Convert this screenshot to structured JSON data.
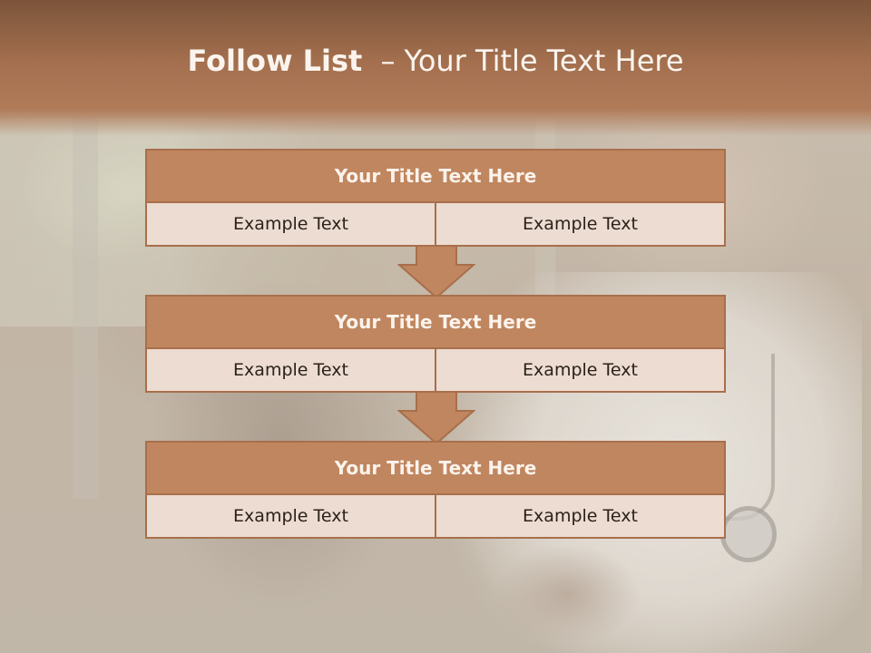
{
  "slide": {
    "title_bold": "Follow List",
    "title_separator": "–",
    "title_rest": "Your Title Text Here"
  },
  "blocks": [
    {
      "title": "Your Title Text Here",
      "left": "Example Text",
      "right": "Example Text"
    },
    {
      "title": "Your Title Text Here",
      "left": "Example Text",
      "right": "Example Text"
    },
    {
      "title": "Your Title Text Here",
      "left": "Example Text",
      "right": "Example Text"
    }
  ],
  "colors": {
    "header": "#a36f4e",
    "block_header": "#c0865f",
    "block_border": "#a86f4c",
    "cell_bg": "#ecdcd2"
  }
}
